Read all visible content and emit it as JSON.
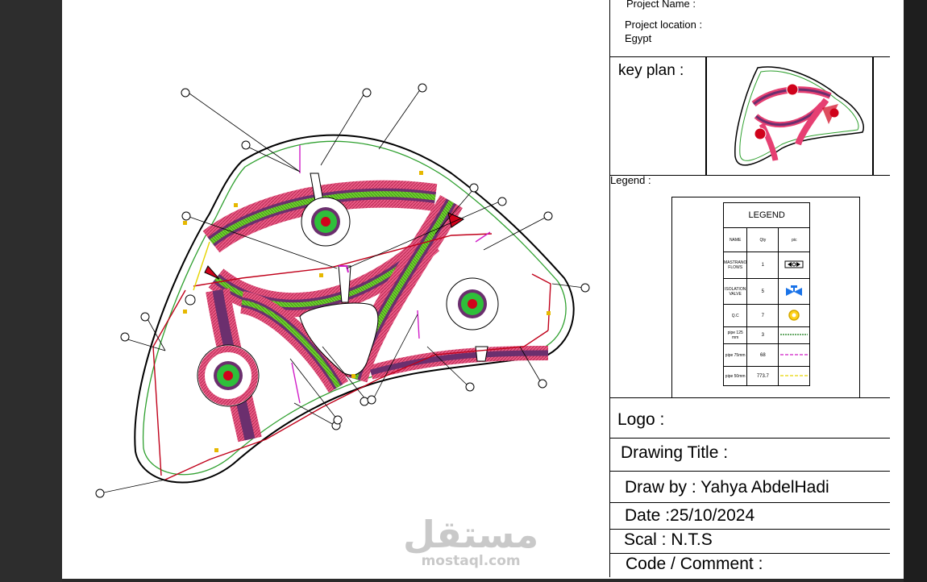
{
  "title_block": {
    "project_name_label": "Project Name :",
    "project_location_label": "Project location :",
    "project_location_value": "Egypt",
    "key_plan_label": "key plan :",
    "legend_label": "Legend :",
    "logo_label": "Logo :",
    "drawing_title_label": "Drawing Title :",
    "draw_by": "Draw by : Yahya AbdelHadi",
    "date": "Date :25/10/2024",
    "scale": "Scal : N.T.S",
    "code_comment": "Code / Comment :"
  },
  "legend": {
    "title": "LEGEND",
    "headers": {
      "name": "NAME",
      "qty": "Qty",
      "pic": "pic"
    },
    "rows": [
      {
        "name": "MASTRANO FLOWS",
        "qty": "1",
        "pic_icon": "valve-box-icon"
      },
      {
        "name": "ISOLATION VALVE",
        "qty": "5",
        "pic_icon": "isolation-valve-icon"
      },
      {
        "name": "Q.C",
        "qty": "7",
        "pic_icon": "quick-coupler-icon"
      },
      {
        "name": "pipe 125 mm",
        "qty": "3",
        "pic_icon": "pipe-125-line",
        "color": "#3a8f3a"
      },
      {
        "name": "pipe 75mm",
        "qty": "68",
        "pic_icon": "pipe-75-line",
        "color": "#d01cc8"
      },
      {
        "name": "pipe 50mm",
        "qty": "773.7",
        "pic_icon": "pipe-50-line",
        "color": "#e6d400"
      }
    ]
  },
  "watermark": {
    "arabic": "مستقل",
    "latin": "mostaql.com"
  },
  "colors": {
    "pink": "#e63f72",
    "green": "#58c22a",
    "purple": "#6b2f6e",
    "red": "#d0021b"
  }
}
